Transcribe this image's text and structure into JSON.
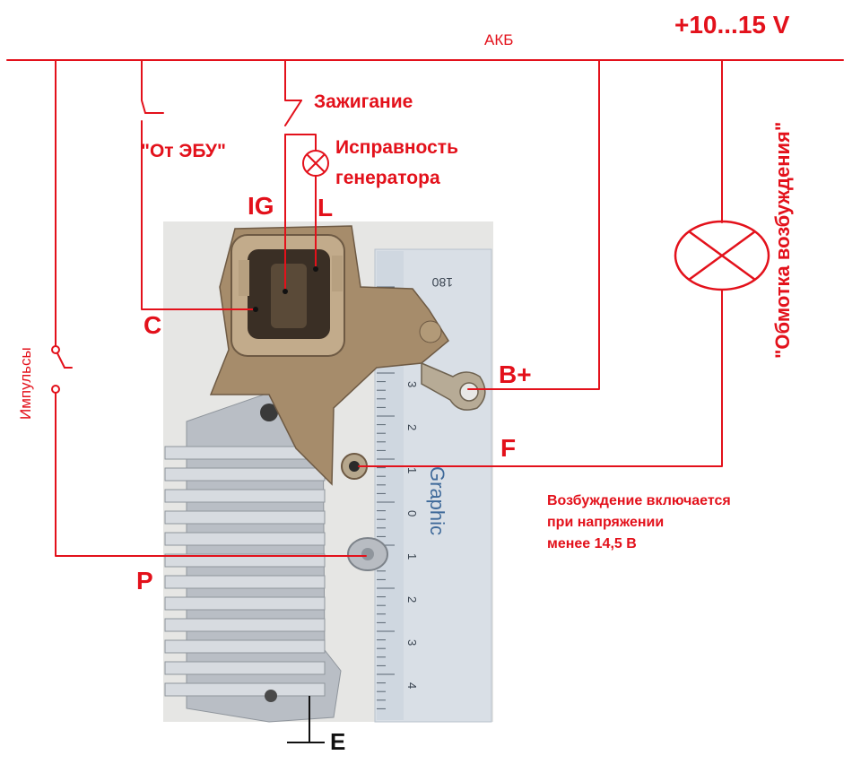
{
  "colors": {
    "wire": "#e3111b",
    "ground": "#111111",
    "heatsink": "#c4c9d0",
    "connector": "#a58b6c"
  },
  "supply": {
    "voltage": "+10...15 V",
    "battery": "АКБ"
  },
  "switches": {
    "ignition": "Зажигание",
    "ecu": "\"От ЭБУ\"",
    "pulses": "Импульсы"
  },
  "lamp": {
    "status_line1": "Исправность",
    "status_line2": "генератора"
  },
  "field_coil": {
    "label": "\"Обмотка возбуждения\""
  },
  "terminals": {
    "ig": "IG",
    "l": "L",
    "c": "C",
    "b_plus": "B+",
    "f": "F",
    "p": "P",
    "e": "E"
  },
  "note": {
    "line1": "Возбуждение включается",
    "line2": "при напряжении",
    "line3": "менее 14,5 В"
  },
  "ruler": {
    "marks": [
      "180",
      "3",
      "2",
      "1",
      "0",
      "1",
      "2",
      "3",
      "4"
    ],
    "brand": "Graphic"
  }
}
